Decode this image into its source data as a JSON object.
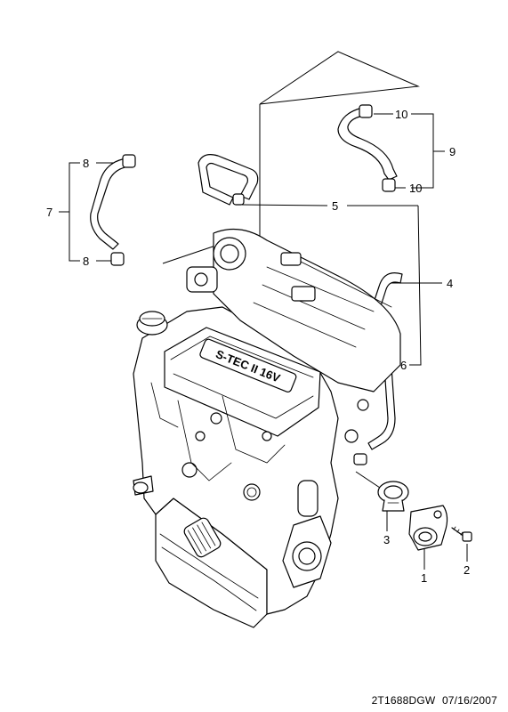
{
  "diagram": {
    "callouts": {
      "c1": "1",
      "c2": "2",
      "c3": "3",
      "c4": "4",
      "c5": "5",
      "c6": "6",
      "c7": "7",
      "c8a": "8",
      "c8b": "8",
      "c9": "9",
      "c10a": "10",
      "c10b": "10"
    },
    "cover_lettering": "S-TEC II 16V"
  },
  "footer": {
    "drawing_code": "2T1688DGW",
    "date": "07/16/2007"
  }
}
